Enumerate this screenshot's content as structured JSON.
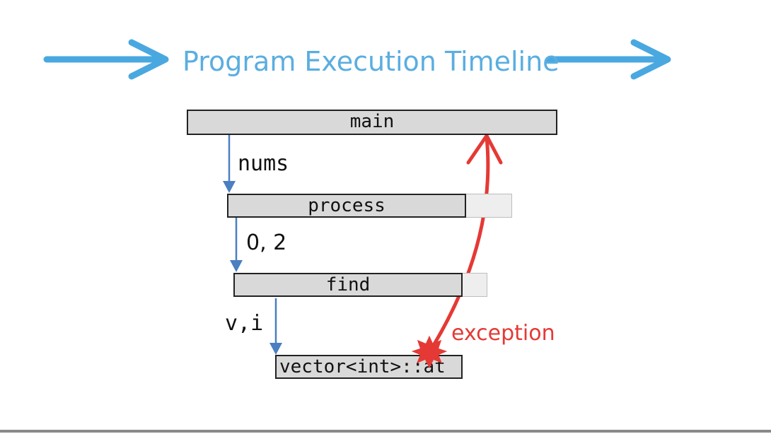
{
  "title": "Program Execution Timeline",
  "frames": {
    "main": "main",
    "process": "process",
    "find": "find",
    "at": "vector<int>::at"
  },
  "args": {
    "to_process": "nums",
    "to_find": "0, 2",
    "to_at": "v,i"
  },
  "exception_label": "exception",
  "colors": {
    "title": "#5aaee0",
    "timeline_arrow": "#4aa8e0",
    "call_arrow": "#4a7fc1",
    "exception": "#e53935"
  }
}
